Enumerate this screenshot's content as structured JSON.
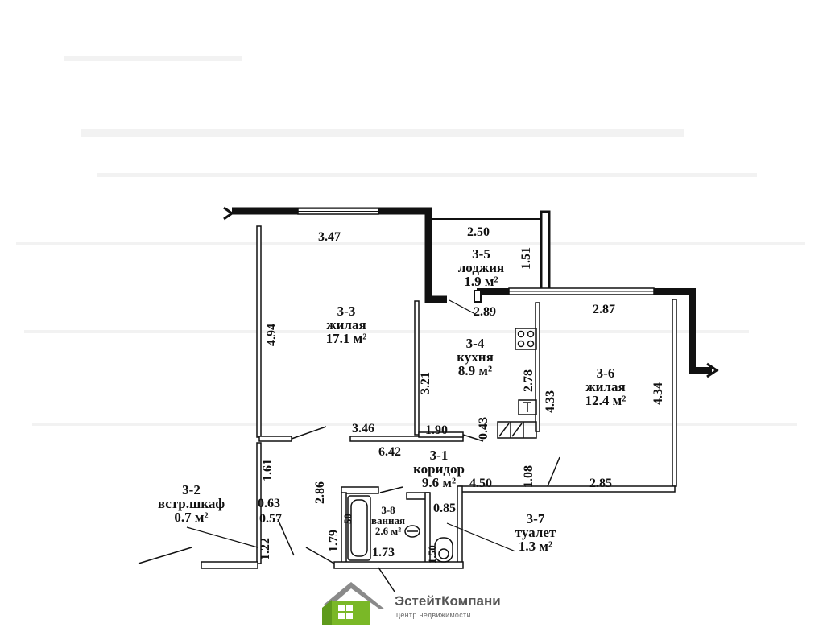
{
  "rooms": {
    "r33": {
      "id": "3-3",
      "type": "жилая",
      "area": "17.1 м²"
    },
    "r34": {
      "id": "3-4",
      "type": "кухня",
      "area": "8.9 м²"
    },
    "r35": {
      "id": "3-5",
      "type": "лоджия",
      "area": "1.9 м²"
    },
    "r36": {
      "id": "3-6",
      "type": "жилая",
      "area": "12.4 м²"
    },
    "r31": {
      "id": "3-1",
      "type": "коридор",
      "area": "9.6 м²"
    },
    "r32": {
      "id": "3-2",
      "type": "встр.шкаф",
      "area": "0.7 м²"
    },
    "r37": {
      "id": "3-7",
      "type": "туалет",
      "area": "1.3 м²"
    },
    "r38": {
      "id": "3-8",
      "type": "ванная",
      "area": "2.6 м²"
    }
  },
  "dims": {
    "d347": "3.47",
    "d250": "2.50",
    "d151": "1.51",
    "d289": "2.89",
    "d287": "2.87",
    "d494": "4.94",
    "d321": "3.21",
    "d278": "2.78",
    "d433": "4.33",
    "d434": "4.34",
    "d043": "0.43",
    "d346": "3.46",
    "d190": "1.90",
    "d642": "6.42",
    "d161": "1.61",
    "d286": "2.86",
    "d108": "1.08",
    "d450": "4.50",
    "d285": "2.85",
    "d063": "0.63",
    "d057": "0.57",
    "d122": "1.22",
    "d179": "1.79",
    "d050": "50",
    "d085": "0.85",
    "d173": "1.73",
    "d150": "1.50"
  },
  "logo": {
    "name": "ЭстейтКомпани",
    "tagline": "центр недвижимости",
    "brand_color": "#7ab827",
    "roof_color": "#8a8a8a"
  }
}
